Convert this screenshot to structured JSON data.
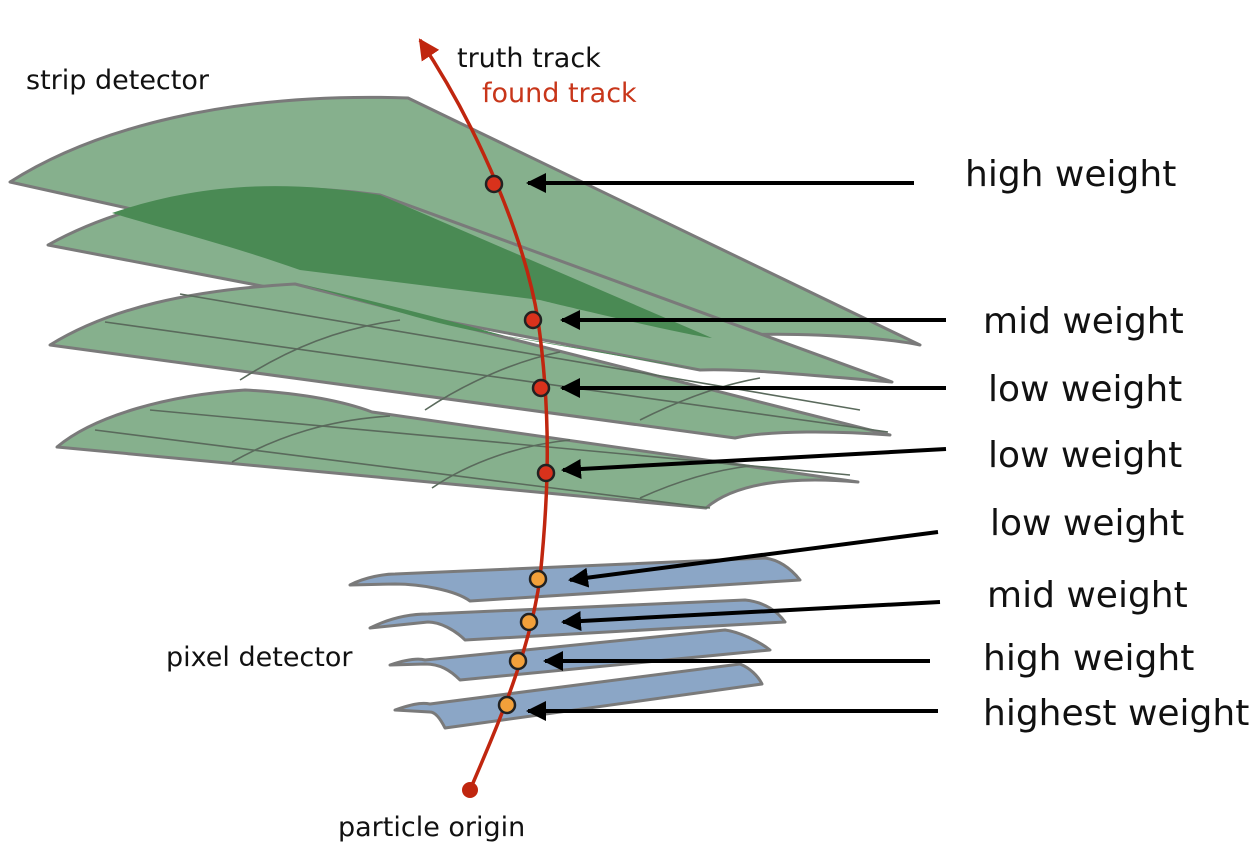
{
  "labels": {
    "strip_detector": "strip detector",
    "truth_track": "truth track",
    "found_track": "found track",
    "pixel_detector": "pixel detector",
    "particle_origin": "particle origin"
  },
  "weights": [
    "high weight",
    "mid weight",
    "low weight",
    "low weight",
    "low weight",
    "mid weight",
    "high weight",
    "highest weight"
  ],
  "colors": {
    "strip_plane": "#86b08d",
    "strip_overlap": "#4a8a54",
    "pixel_plane": "#8ba6c6",
    "track": "#c0260f",
    "strip_hit": "#d9321c",
    "pixel_hit": "#f2a03a",
    "found_track_text": "#c8361a"
  }
}
